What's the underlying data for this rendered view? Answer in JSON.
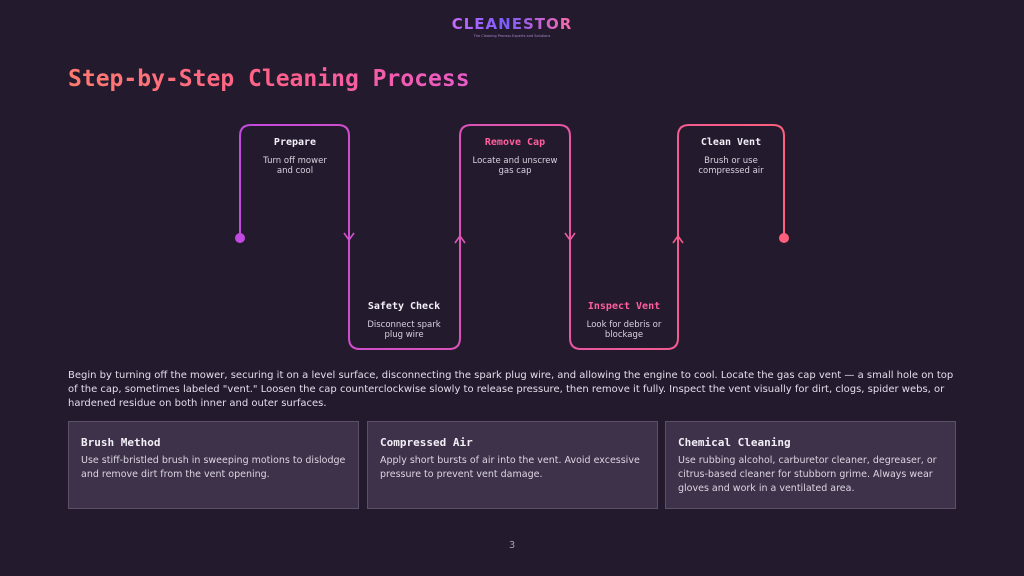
{
  "logo": {
    "name": "CLEANESTOR",
    "tagline": "The Cleaning Process Experts and Solutions"
  },
  "title": "Step-by-Step Cleaning Process",
  "steps": [
    {
      "title": "Prepare",
      "desc": "Turn off mower and cool"
    },
    {
      "title": "Safety Check",
      "desc": "Disconnect spark plug wire"
    },
    {
      "title": "Remove Cap",
      "desc": "Locate and unscrew gas cap"
    },
    {
      "title": "Inspect Vent",
      "desc": "Look for debris or blockage"
    },
    {
      "title": "Clean Vent",
      "desc": "Brush or use compressed air"
    }
  ],
  "paragraph": "Begin by turning off the mower, securing it on a level surface, disconnecting the spark plug wire, and allowing the engine to cool. Locate the gas cap vent — a small hole on top of the cap, sometimes labeled \"vent.\" Loosen the cap counterclockwise slowly to release pressure, then remove it fully. Inspect the vent visually for dirt, clogs, spider webs, or hardened residue on both inner and outer surfaces.",
  "cards": [
    {
      "title": "Brush Method",
      "text": "Use stiff-bristled brush in sweeping motions to dislodge and remove dirt from the vent opening."
    },
    {
      "title": "Compressed Air",
      "text": "Apply short bursts of air into the vent. Avoid excessive pressure to prevent vent damage."
    },
    {
      "title": "Chemical Cleaning",
      "text": "Use rubbing alcohol, carburetor cleaner, degreaser, or citrus-based cleaner for stubborn grime. Always wear gloves and work in a ventilated area."
    }
  ],
  "page_number": "3",
  "colors": {
    "background": "#241a2e",
    "path_start": "#c34ae0",
    "path_end": "#ff5f7c",
    "accent_pink": "#ff5f9c"
  }
}
